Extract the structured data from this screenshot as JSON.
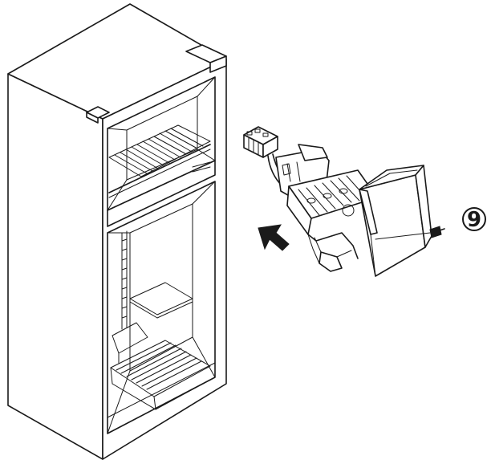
{
  "diagram": {
    "step_marker": {
      "number": "9"
    },
    "parts": [
      {
        "name": "refrigerator",
        "icon": "refrigerator-icon"
      },
      {
        "name": "ice-maker",
        "icon": "ice-maker-icon"
      },
      {
        "name": "wire-harness-connector",
        "icon": "connector-icon"
      },
      {
        "name": "mounting-screw",
        "icon": "screw-icon"
      },
      {
        "name": "installation-arrow",
        "icon": "arrow-icon"
      }
    ],
    "colors": {
      "line": "#1a1a1a",
      "background": "#ffffff"
    }
  }
}
